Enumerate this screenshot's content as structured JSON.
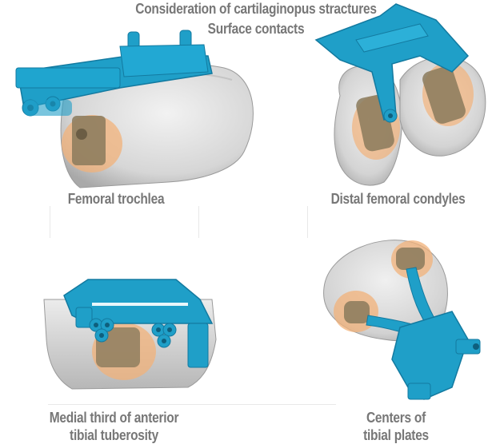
{
  "title": {
    "line1": "Consideration of cartilaginopus stractures",
    "line2": "Surface contacts"
  },
  "panels": [
    {
      "id": "femoral-trochlea",
      "caption": [
        "Femoral trochlea"
      ]
    },
    {
      "id": "distal-femoral-condyles",
      "caption": [
        "Distal femoral condyles"
      ]
    },
    {
      "id": "anterior-tibial-tuberosity",
      "caption": [
        "Medial third of anterior",
        "tibial tuberosity"
      ]
    },
    {
      "id": "tibial-plates",
      "caption": [
        "Centers of",
        "tibial plates"
      ]
    }
  ],
  "colors": {
    "guide": "#1f9fc8",
    "guide_dark": "#137aa0",
    "bone": "#d9d9d9",
    "bone_shade": "#b5b5b5",
    "contact_highlight": "#f2b27a",
    "contact_pad": "#8a7a5c",
    "caption_text": "#777777"
  }
}
